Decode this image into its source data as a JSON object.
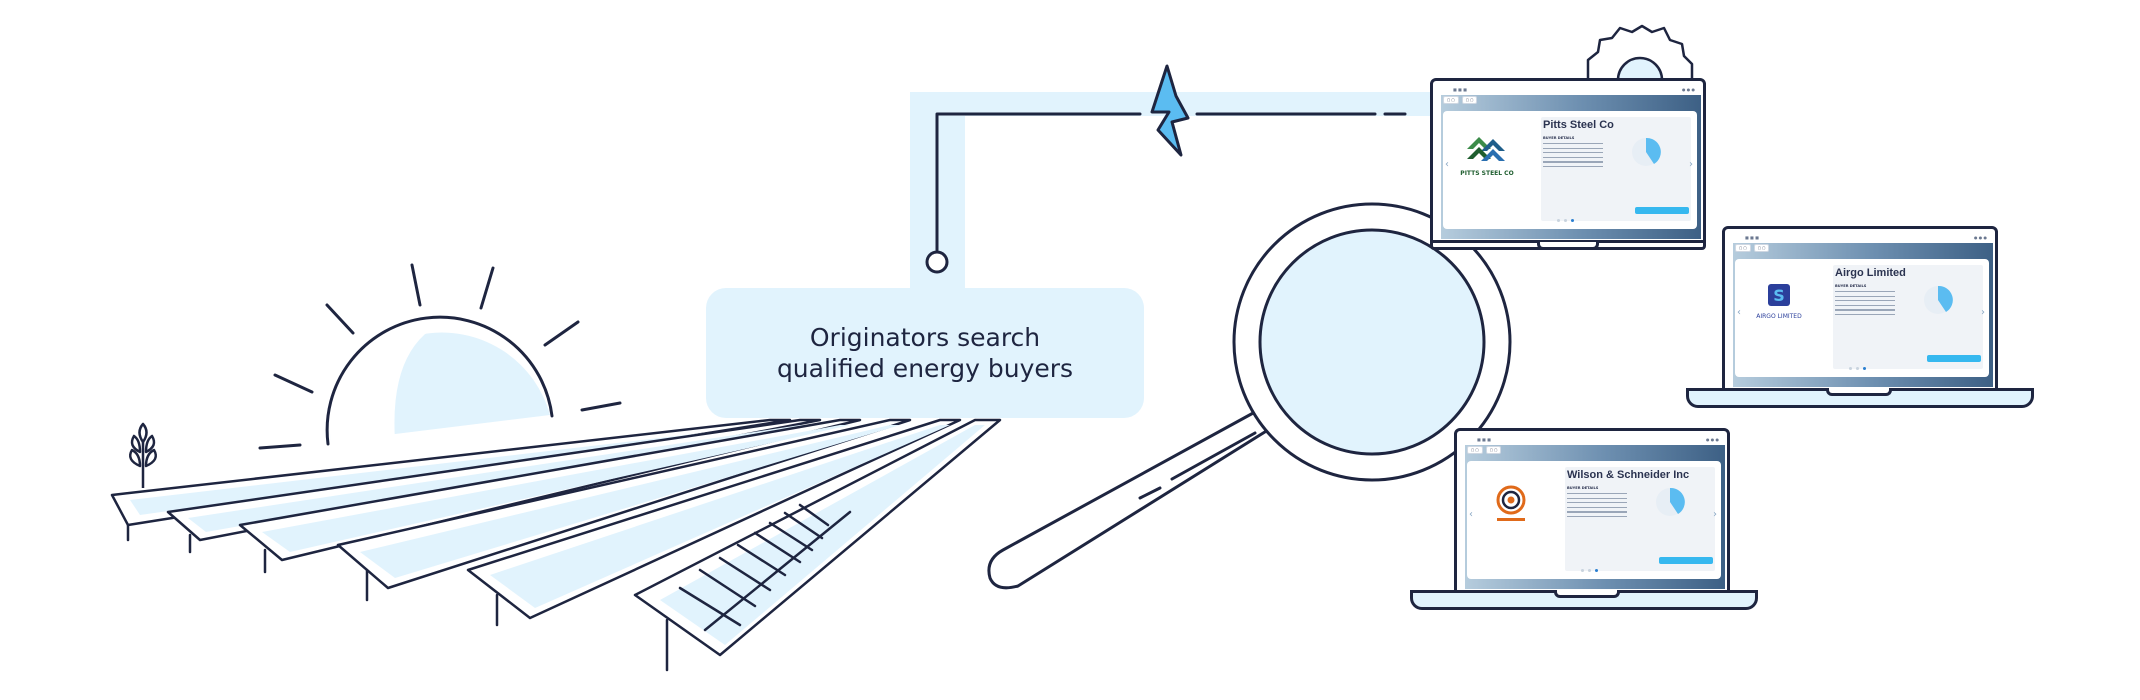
{
  "caption": {
    "line1": "Originators search",
    "line2": "qualified energy buyers"
  },
  "colors": {
    "ink": "#1e2540",
    "light_blue": "#e1f3fd",
    "accent": "#36b8ef",
    "pie_blue": "#5bbcf1"
  },
  "laptops": [
    {
      "company": "Pitts Steel Co",
      "details_heading": "BUYER DETAILS",
      "logo_text": "PITTS STEEL CO",
      "logo_color": "#1f5e2f"
    },
    {
      "company": "Airgo Limited",
      "details_heading": "BUYER DETAILS",
      "logo_text": "AIRGO LIMITED",
      "logo_color": "#2b3f9b"
    },
    {
      "company": "Wilson & Schneider Inc",
      "details_heading": "BUYER DETAILS",
      "logo_text": "",
      "logo_color": "#e06a1a"
    }
  ],
  "icons": {
    "sun": "sun-icon",
    "plant": "plant-icon",
    "bolt": "lightning-bolt-icon",
    "gear": "gear-icon",
    "magnifier": "magnifying-glass-icon",
    "solar_panels": "solar-panel-icon"
  }
}
